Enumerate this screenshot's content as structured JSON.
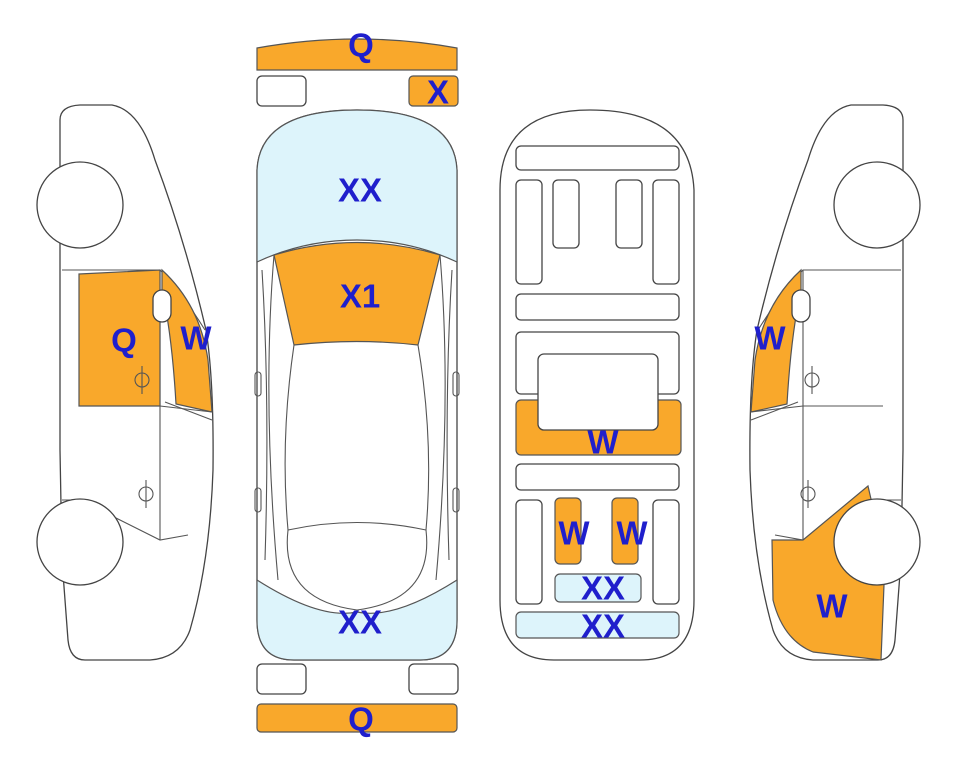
{
  "colors": {
    "highlight_orange": "#F9A82B",
    "highlight_blue": "#DDF4FB",
    "mark_text": "#1F1FCC",
    "outline": "#444444"
  },
  "marks": {
    "front_bumper": "Q",
    "front_right_small": "X",
    "hood": "XX",
    "windshield": "X1",
    "rear_window": "XX",
    "rear_bumper": "Q",
    "left_front_door": "Q",
    "left_a_pillar": "W",
    "right_a_pillar": "W",
    "right_rear_quarter": "W",
    "floor_cross_member": "W",
    "floor_left_rail": "W",
    "floor_right_rail": "W",
    "floor_rear_panel": "XX",
    "floor_tail_panel": "XX"
  }
}
